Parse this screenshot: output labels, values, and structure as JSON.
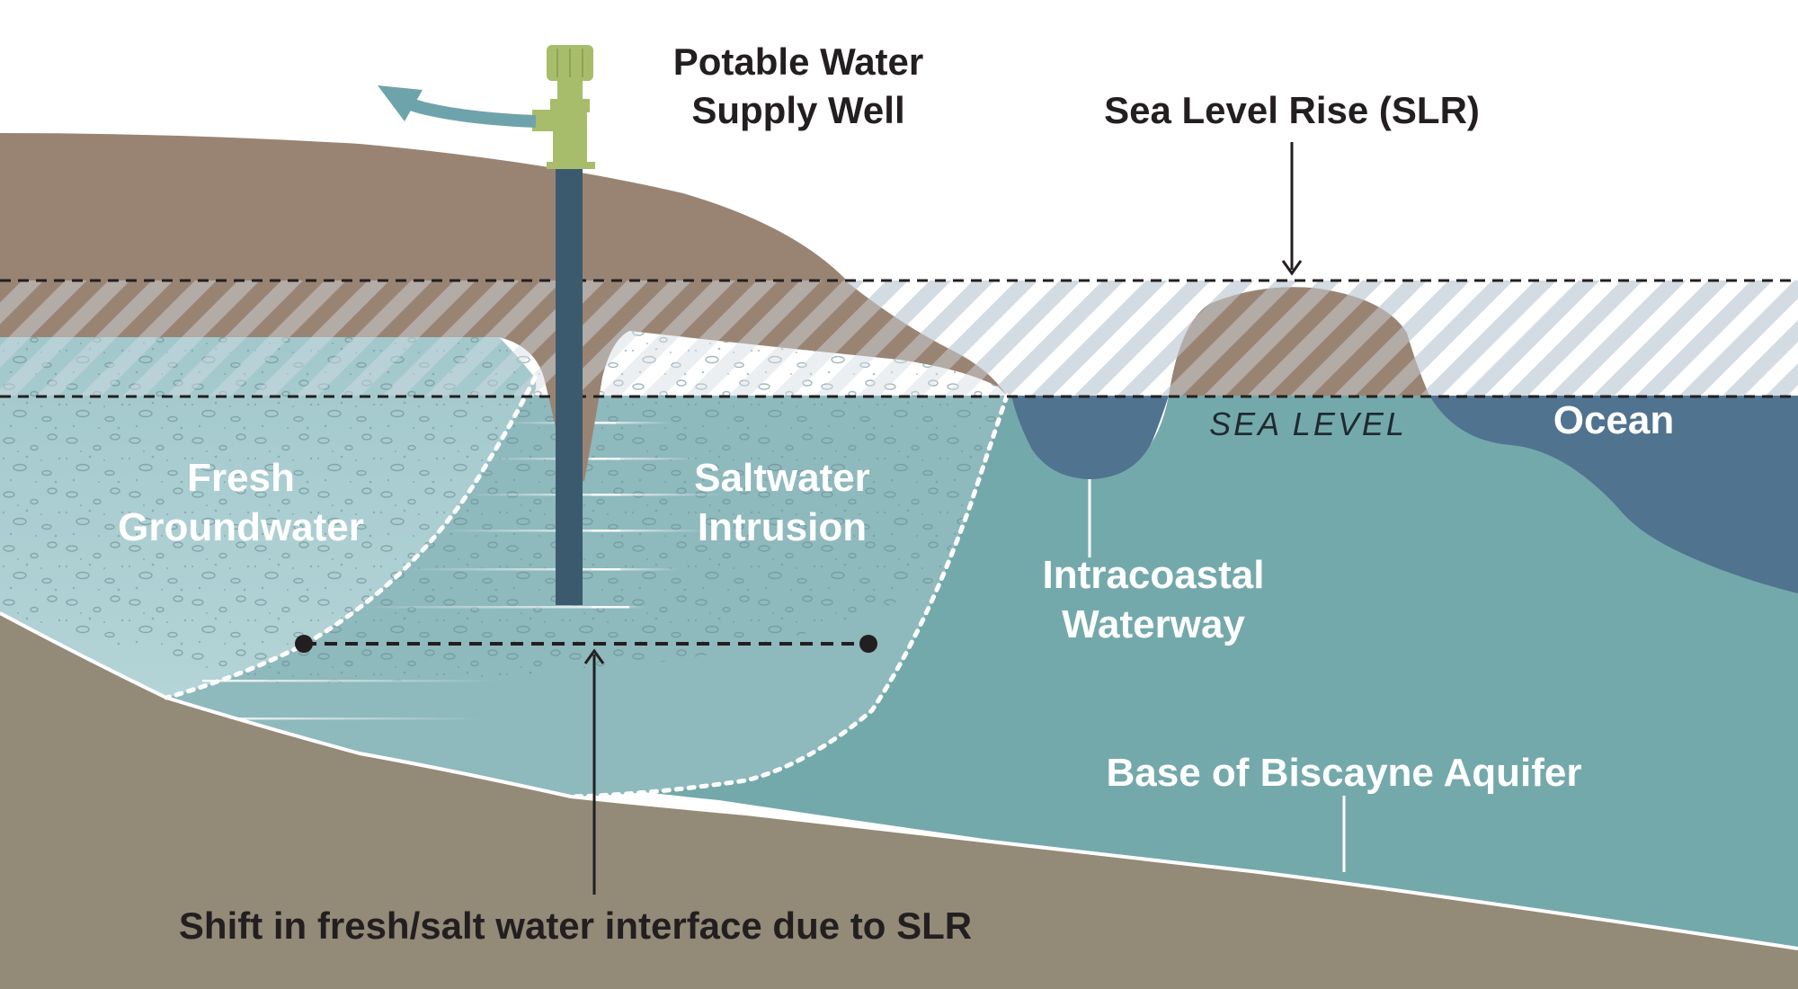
{
  "labels": {
    "well_line1": "Potable Water",
    "well_line2": "Supply Well",
    "slr": "Sea Level Rise (SLR)",
    "sea_level": "SEA LEVEL",
    "ocean": "Ocean",
    "fresh_line1": "Fresh",
    "fresh_line2": "Groundwater",
    "salt_line1": "Saltwater",
    "salt_line2": "Intrusion",
    "icw_line1": "Intracoastal",
    "icw_line2": "Waterway",
    "base": "Base of Biscayne Aquifer",
    "shift": "Shift in fresh/salt water interface due to SLR"
  },
  "colors": {
    "land": "#998474",
    "bedrock": "#938a78",
    "fresh_water": "#a9cdd1",
    "salt_water": "#74a9ab",
    "ocean": "#50738f",
    "pump": "#a7bd6b",
    "well_pipe": "#3c5a6e",
    "arrow": "#6fa3ab",
    "slr_hatch": "#d3dbe3",
    "text_dark": "#231f20"
  },
  "icons": [
    "water-pump-icon",
    "discharge-arrow-icon"
  ]
}
